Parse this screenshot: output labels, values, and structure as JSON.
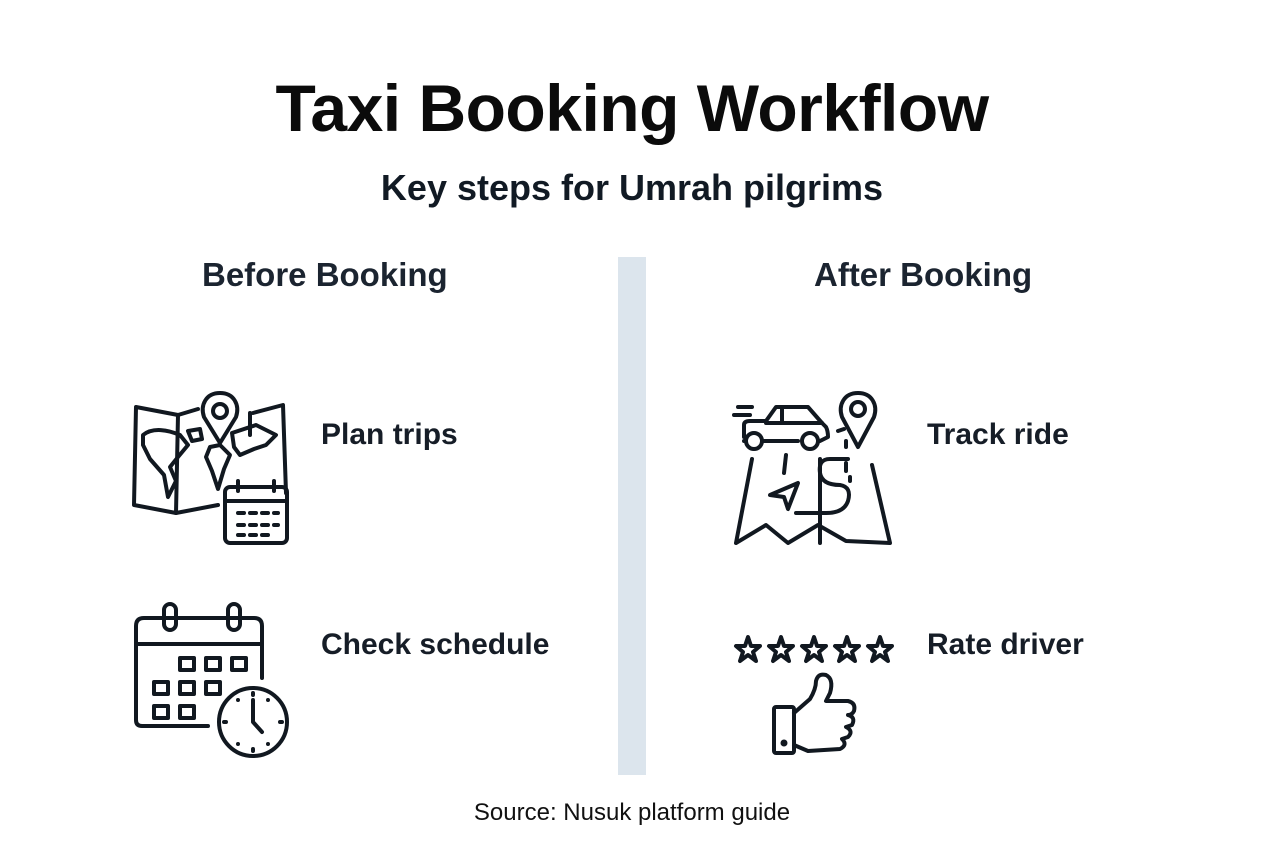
{
  "title": "Taxi Booking Workflow",
  "subtitle": "Key steps for Umrah pilgrims",
  "columns": [
    {
      "heading": "Before Booking",
      "steps": [
        {
          "label": "Plan trips",
          "icon": "map-calendar-icon"
        },
        {
          "label": "Check schedule",
          "icon": "calendar-clock-icon"
        }
      ]
    },
    {
      "heading": "After Booking",
      "steps": [
        {
          "label": "Track ride",
          "icon": "car-map-tracking-icon"
        },
        {
          "label": "Rate driver",
          "icon": "stars-thumbs-up-icon"
        }
      ]
    }
  ],
  "source": "Source: Nusuk platform guide",
  "colors": {
    "divider": "#dce5ed",
    "text": "#111827",
    "stroke": "#111820"
  }
}
